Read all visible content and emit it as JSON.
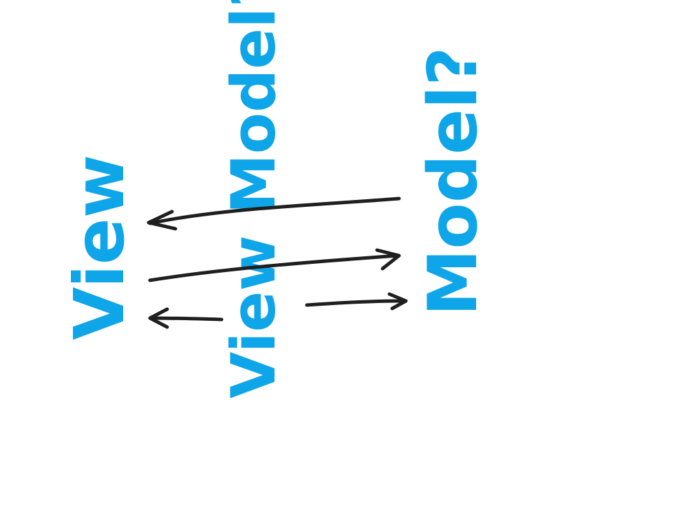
{
  "diagram": {
    "labels": {
      "view": "View",
      "view_model": "View Model?",
      "model": "Model?"
    },
    "colors": {
      "label": "#0ea5e9",
      "arrow": "#1f1f1f",
      "background": "#ffffff"
    }
  }
}
